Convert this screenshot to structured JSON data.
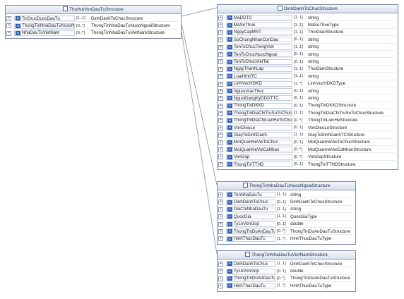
{
  "structures": [
    {
      "id": "root",
      "title": "ThuHutVonDauTuStructure",
      "rows": [
        {
          "name": "ToChucDuocDauTu",
          "card": "[1..1]",
          "type": "DinhDanhToChucStructure"
        },
        {
          "name": "ThongTinNhaDauTuNuocNgoai",
          "card": "[0..*]",
          "type": "ThongTinNhaDauTuNuocNgoaiStructure"
        },
        {
          "name": "NhaDauTuVietNam",
          "card": "[0..*]",
          "type": "ThongTinNhaDauTuVietNamStructure"
        }
      ]
    },
    {
      "id": "dinhdanh",
      "title": "DinhDanhToChucStructure",
      "rows": [
        {
          "name": "MaDDTC",
          "card": "[1..1]",
          "type": "string"
        },
        {
          "name": "MaSoThue",
          "card": "[1..1]",
          "type": "MaSoThueType"
        },
        {
          "name": "NgayCapMST",
          "card": "[1..1]",
          "type": "ThoiGianStructure"
        },
        {
          "name": "SoChungNhanConDau",
          "card": "[0..1]",
          "type": "string"
        },
        {
          "name": "TenToChucTiengViet",
          "card": "[1..1]",
          "type": "string"
        },
        {
          "name": "TenToChucNuocNgoai",
          "card": "[0..1]",
          "type": "string"
        },
        {
          "name": "TenToChucVietTat",
          "card": "[0..1]",
          "type": "string"
        },
        {
          "name": "NgayThanhLap",
          "card": "[1..1]",
          "type": "ThoiGianStructure"
        },
        {
          "name": "LoaiHinhTC",
          "card": "[1..1]",
          "type": "string"
        },
        {
          "name": "LinhVucHDKD",
          "card": "[1..*]",
          "type": "LinhVucHDKDType"
        },
        {
          "name": "NguonXacThuc",
          "card": "[0..1]",
          "type": "string"
        },
        {
          "name": "NguoiDangKyDDDTTC",
          "card": "[0..1]",
          "type": "string"
        },
        {
          "name": "ThongTinDKKD",
          "card": "[0..1]",
          "type": "ThongTinDKKDStructure"
        },
        {
          "name": "ThongTinDiaChiTruSoToChuc",
          "card": "[1..1]",
          "type": "ThongTinDiaChiTruSoToChucStructure"
        },
        {
          "name": "ThongTinDiaChiLienHeToChuc",
          "card": "[0..*]",
          "type": "ThongTinLienHeStructure"
        },
        {
          "name": "VonDieuLe",
          "card": "[0..1]",
          "type": "VonDieuLeStructure"
        },
        {
          "name": "GiayToDinhDanh",
          "card": "[1..1]",
          "type": "GiayToDinhDanhTCStructure"
        },
        {
          "name": "MoiQuanHeVoiToChuc",
          "card": "[0..1]",
          "type": "MoiQuanHeVoiToChucStructure"
        },
        {
          "name": "MoiQuanHeVoiCaNhan",
          "card": "[0..*]",
          "type": "MoiQuanHeVoiCaNhanStructure"
        },
        {
          "name": "VonGop",
          "card": "[0..*]",
          "type": "VonGopStructure"
        },
        {
          "name": "ThongTinTTHD",
          "card": "[0..1]",
          "type": "ThongTinTTHDStructure"
        }
      ]
    },
    {
      "id": "nuocngoai",
      "title": "ThongTinNhaDauTuNuocNgoaiStructure",
      "rows": [
        {
          "name": "TenNhaDauTu",
          "card": "[1..1]",
          "type": "string"
        },
        {
          "name": "DinhDanhToChuc",
          "card": "[0..1]",
          "type": "DinhDanhToChucStructure"
        },
        {
          "name": "DiaChiNhaDauTu",
          "card": "[1..1]",
          "type": "string"
        },
        {
          "name": "QuocGia",
          "card": "[1..1]",
          "type": "QuocGiaType"
        },
        {
          "name": "TyLeVonGop",
          "card": "[0..1]",
          "type": "double"
        },
        {
          "name": "ThongTinDuAnDauTu",
          "card": "[0..*]",
          "type": "ThongTinDuAnDauTuStructure"
        },
        {
          "name": "HinhThucDauTu",
          "card": "[1..*]",
          "type": "HinhThucDauTuType"
        }
      ]
    },
    {
      "id": "vietnam",
      "title": "ThongTinNhaDauTuVietNamStructure",
      "rows": [
        {
          "name": "DinhDanhToChuc",
          "card": "[1..1]",
          "type": "DinhDanhToChucStructure"
        },
        {
          "name": "TyLeVonGop",
          "card": "[0..1]",
          "type": "double"
        },
        {
          "name": "ThongTinDuAnDauTu",
          "card": "[0..*]",
          "type": "ThongTinDuAnDauTuStructure"
        },
        {
          "name": "HinhThucDauTu",
          "card": "[1..*]",
          "type": "HinhThucDauTuType"
        }
      ]
    }
  ],
  "element_icon": "element-icon",
  "expand_icon": "plus-icon",
  "colors": {
    "icon": "#2f5fb5",
    "border": "#7c8aa0",
    "connector": "#9aa3b0"
  }
}
